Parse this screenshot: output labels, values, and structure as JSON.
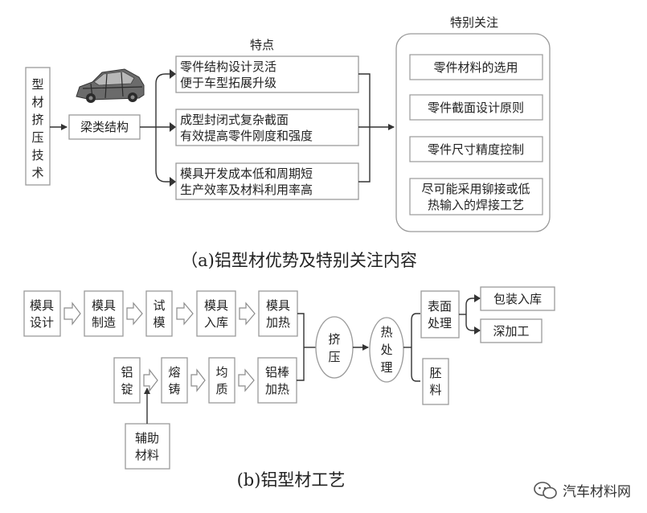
{
  "part_a": {
    "left_box": [
      "型",
      "材",
      "挤",
      "压",
      "技",
      "术"
    ],
    "beam_label": "梁类结构",
    "features_title": "特点",
    "features": [
      [
        "零件结构设计灵活",
        "便于车型拓展升级"
      ],
      [
        "成型封闭式复杂截面",
        "有效提高零件刚度和强度"
      ],
      [
        "模具开发成本低和周期短",
        "生产效率及材料利用率高"
      ]
    ],
    "focus_title": "特别关注",
    "focus_items": [
      [
        "零件材料的选用"
      ],
      [
        "零件截面设计原则"
      ],
      [
        "零件尺寸精度控制"
      ],
      [
        "尽可能采用铆接或低",
        "热输入的焊接工艺"
      ]
    ],
    "caption": "（a)铝型材优势及特别关注内容"
  },
  "part_b": {
    "top_row": [
      [
        "模具",
        "设计"
      ],
      [
        "模具",
        "制造"
      ],
      [
        "试",
        "模"
      ],
      [
        "模具",
        "入库"
      ],
      [
        "模具",
        "加热"
      ]
    ],
    "bottom_row": [
      [
        "铝",
        "锭"
      ],
      [
        "熔",
        "铸"
      ],
      [
        "均",
        "质"
      ],
      [
        "铝棒",
        "加热"
      ]
    ],
    "aux": [
      "辅助",
      "材料"
    ],
    "extrude": [
      "挤",
      "压"
    ],
    "heat": [
      "热",
      "处",
      "理"
    ],
    "surface": [
      "表面",
      "处理"
    ],
    "blank": [
      "胚",
      "料"
    ],
    "pack": "包装入库",
    "deep": "深加工",
    "caption": "(b)铝型材工艺"
  },
  "watermark": "汽车材料网"
}
